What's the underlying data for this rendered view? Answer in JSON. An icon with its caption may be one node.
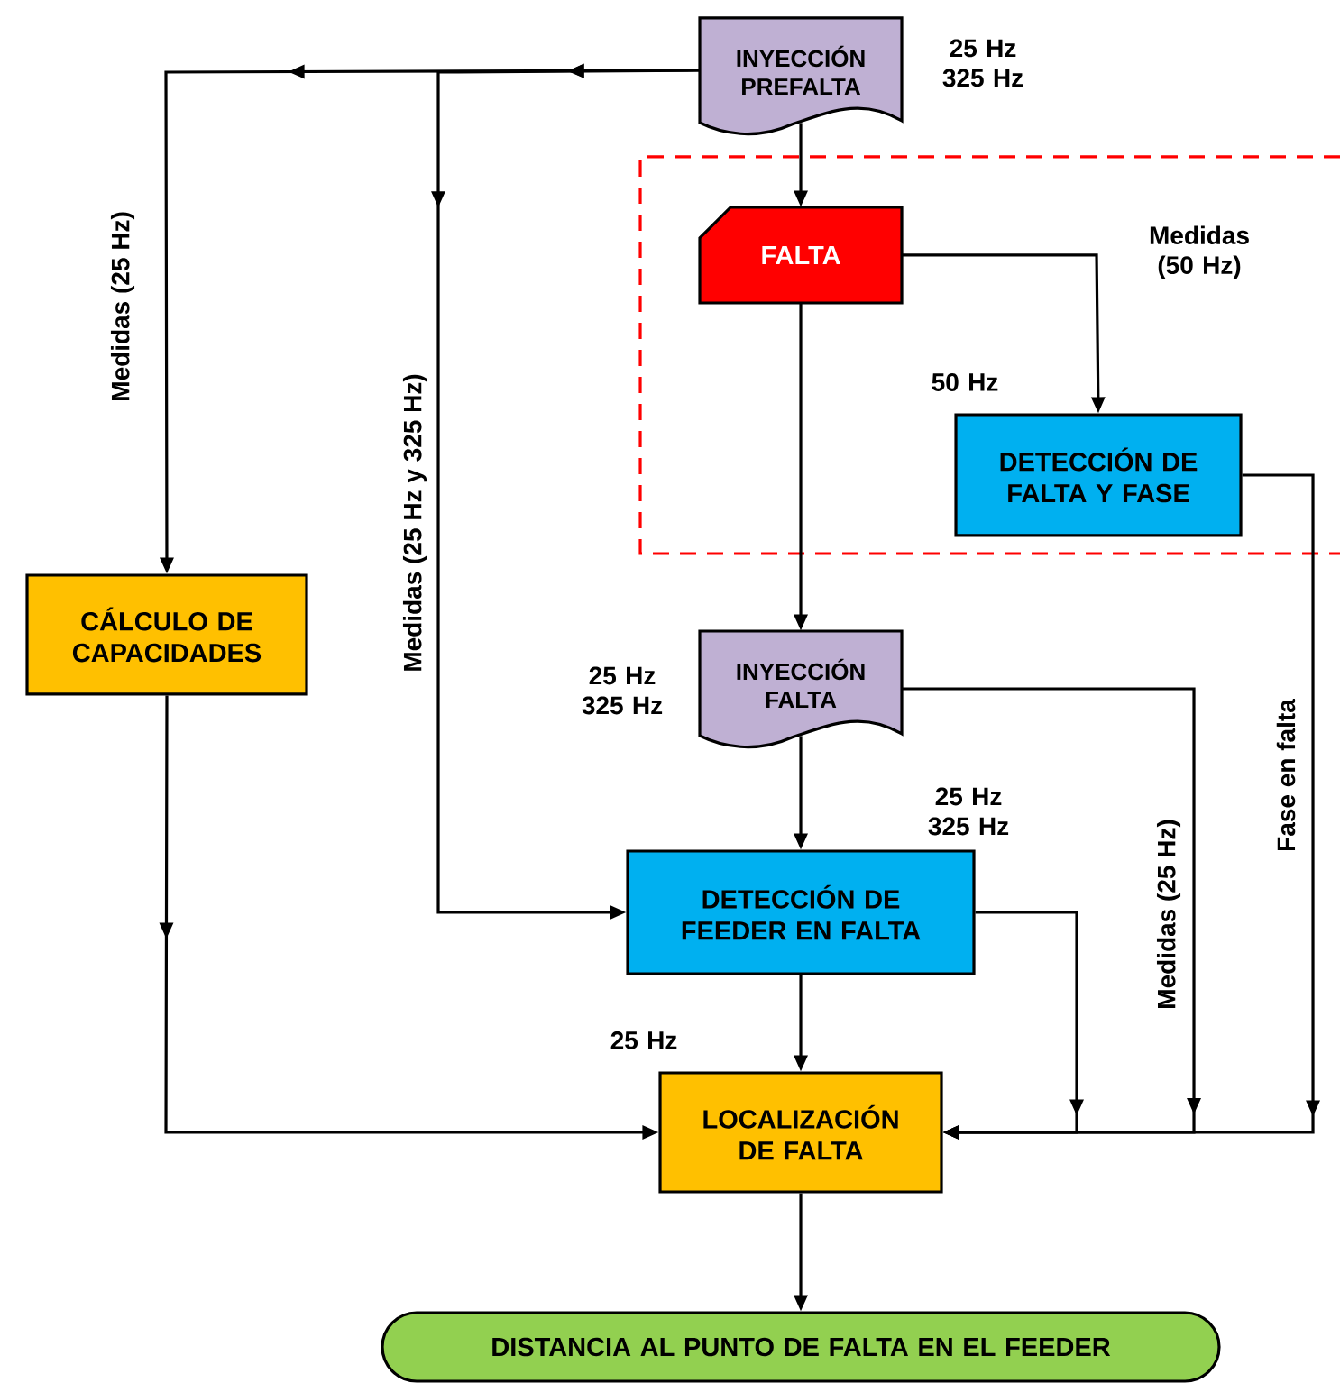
{
  "diagram": {
    "nodes": [
      {
        "text": [
          "INYECCIÓN PREFALTA"
        ]
      },
      {
        "text": [],
        "shape": "box"
      },
      {
        "text": [
          "FALTA"
        ],
        "in": 1
      },
      {
        "text": [
          "DETECCIÓN DE FALTA Y FASE"
        ],
        "in": 1
      },
      {
        "text": [
          "CÁLCULO DE CAPACIDADES"
        ]
      },
      {
        "text": [
          "INYECCIÓN FALTA"
        ]
      },
      {
        "text": [
          "DETECCIÓN DE FEEDER EN FALTA"
        ]
      },
      {
        "text": [
          "LOCALIZACIÓN DE FALTA"
        ]
      },
      {
        "text": [
          "DISTANCIA AL PUNTO DE FALTA EN EL FEEDER"
        ]
      }
    ],
    "edges": [
      {
        "from": 0,
        "to": 4,
        "arrow": "to",
        "label": "Medidas (25 Hz)"
      },
      {
        "from": 0,
        "to": 6,
        "arrow": "to",
        "label": "Medidas (25 Hz y 325 Hz)"
      },
      {
        "from": 0,
        "to": 2,
        "arrow": "to"
      },
      {
        "from": 2,
        "to": 3,
        "arrow": "to",
        "label": "Medidas (50 Hz)"
      },
      {
        "from": 2,
        "to": 5,
        "arrow": "to"
      },
      {
        "from": 3,
        "to": 7,
        "arrow": "to",
        "label": "Fase en falta"
      },
      {
        "from": 5,
        "to": 7,
        "arrow": "to",
        "label": "Medidas (25 Hz)"
      },
      {
        "from": 5,
        "to": 6,
        "arrow": "to"
      },
      {
        "from": 6,
        "to": 7,
        "arrow": "to"
      },
      {
        "from": 6,
        "to": 7,
        "arrow": "to"
      },
      {
        "from": 4,
        "to": 7,
        "arrow": "to"
      },
      {
        "from": 7,
        "to": 8,
        "arrow": "to"
      }
    ],
    "labels": [
      "25 Hz 325 Hz",
      "50 Hz",
      "25 Hz 325 Hz",
      "25 Hz 325 Hz",
      "25 Hz"
    ]
  }
}
